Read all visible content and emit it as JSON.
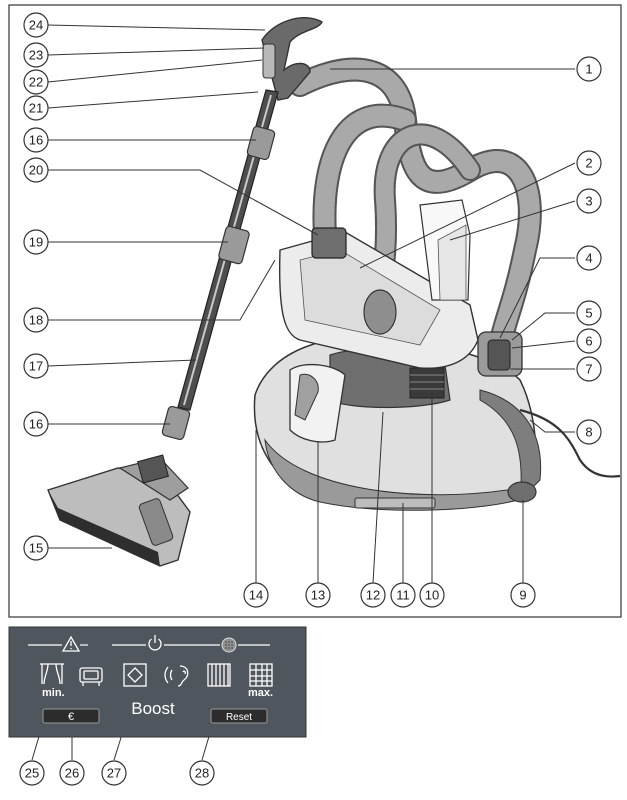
{
  "callouts": {
    "c1": "1",
    "c2": "2",
    "c3": "3",
    "c4": "4",
    "c5": "5",
    "c6": "6",
    "c7": "7",
    "c8": "8",
    "c9": "9",
    "c10": "10",
    "c11": "11",
    "c12": "12",
    "c13": "13",
    "c14": "14",
    "c15": "15",
    "c16a": "16",
    "c16b": "16",
    "c17": "17",
    "c18": "18",
    "c19": "19",
    "c20": "20",
    "c21": "21",
    "c22": "22",
    "c23": "23",
    "c24": "24",
    "c25": "25",
    "c26": "26",
    "c27": "27",
    "c28": "28"
  },
  "panel": {
    "min_label": "min.",
    "max_label": "max.",
    "boost_label": "Boost",
    "reset_label": "Reset",
    "bag_symbol": "€"
  },
  "icons": {
    "warning": "warning-triangle-icon",
    "power": "power-icon",
    "filter": "filter-dots-icon",
    "curtain": "curtain-icon",
    "upholstery": "upholstery-icon",
    "parquet": "parquet-icon",
    "silence": "silence-icon",
    "carpet": "carpet-icon",
    "rug": "rug-icon",
    "bag": "dustbag-icon"
  },
  "colors": {
    "panel_bg": "#4f565e",
    "outline": "#333333",
    "hose": "#8e8e8e",
    "body": "#d9d9d9",
    "dark": "#5e5e5e"
  }
}
